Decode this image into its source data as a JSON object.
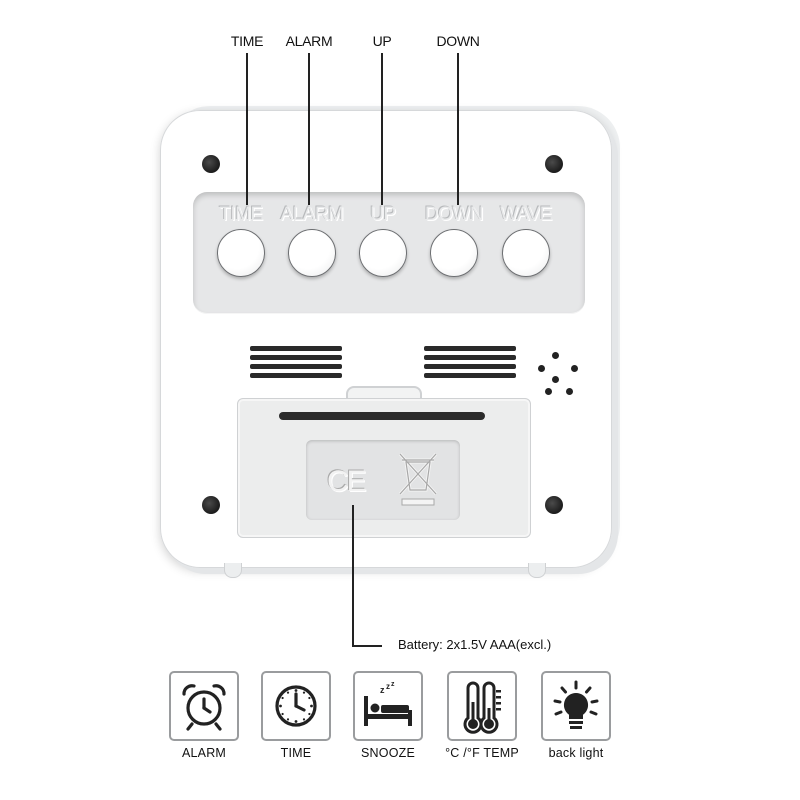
{
  "callouts": [
    {
      "label": "TIME"
    },
    {
      "label": "ALARM"
    },
    {
      "label": "UP"
    },
    {
      "label": "DOWN"
    }
  ],
  "device": {
    "button_labels": [
      "TIME",
      "ALARM",
      "UP",
      "DOWN",
      "WAVE"
    ],
    "ce_mark": "CE",
    "battery_note": "Battery:  2x1.5V AAA(excl.)"
  },
  "features": [
    {
      "label": "ALARM",
      "icon": "alarm-clock-icon"
    },
    {
      "label": "TIME",
      "icon": "clock-icon"
    },
    {
      "label": "SNOOZE",
      "icon": "snooze-bed-icon"
    },
    {
      "label": "°C /°F  TEMP",
      "icon": "thermometer-icon"
    },
    {
      "label": "back light",
      "icon": "light-bulb-icon"
    }
  ]
}
